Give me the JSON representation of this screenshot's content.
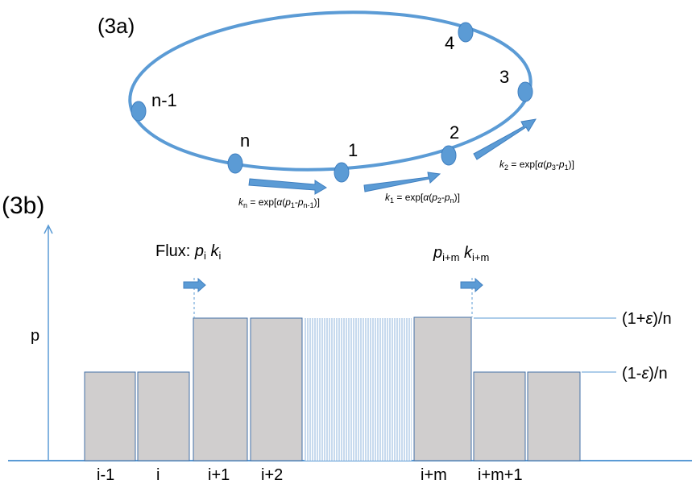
{
  "diagram_a": {
    "label": "(3a)",
    "nodes": [
      "n-1",
      "n",
      "1",
      "2",
      "3",
      "4"
    ],
    "rates": {
      "kn": {
        "k": "k",
        "ksub": "n",
        "pre": " = exp[",
        "alpha": "α",
        "p1": "p",
        "s1": "1",
        "mid": "-",
        "p2": "p",
        "s2": "n-1",
        "end": ")]"
      },
      "k1": {
        "k": "k",
        "ksub": "1",
        "pre": " = exp[",
        "alpha": "α",
        "p1": "p",
        "s1": "2",
        "mid": "-",
        "p2": "p",
        "s2": "n",
        "end": ")]"
      },
      "k2": {
        "k": "k",
        "ksub": "2",
        "pre": " = exp[",
        "alpha": "α",
        "p1": "p",
        "s1": "3",
        "mid": "-",
        "p2": "p",
        "s2": "1",
        "end": ")]"
      }
    }
  },
  "diagram_b": {
    "label": "(3b)",
    "y_axis_label": "p",
    "flux_left": {
      "prefix": "Flux: ",
      "p": "p",
      "psub": "i",
      "k": "k",
      "ksub": "i"
    },
    "flux_right": {
      "p": "p",
      "psub": "i+m",
      "k": "k",
      "ksub": "i+m"
    },
    "level_high": {
      "pre": "(1+",
      "eps": "ε",
      "post": ")/n"
    },
    "level_low": {
      "pre": "(1-",
      "eps": "ε",
      "post": ")/n"
    },
    "bar_labels": [
      "i-1",
      "i",
      "i+1",
      "i+2",
      "i+m",
      "i+m+1"
    ],
    "colors": {
      "accent": "#5b9bd5",
      "bar_fill": "#d0cece",
      "bar_stroke": "#4472a8"
    }
  }
}
